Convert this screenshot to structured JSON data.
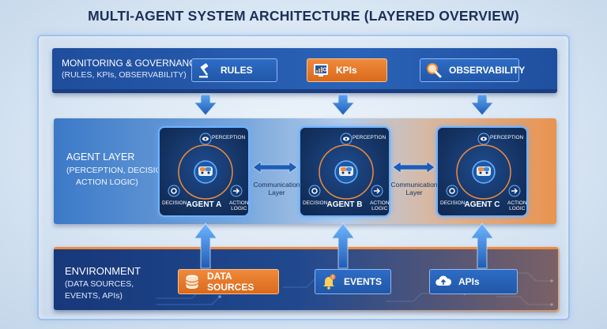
{
  "title": "MULTI-AGENT SYSTEM ARCHITECTURE (LAYERED OVERVIEW)",
  "monitoring": {
    "title": "MONITORING & GOVERNANCE",
    "subtitle": "(RULES, KPIs, OBSERVABILITY)",
    "chips": [
      {
        "label": "RULES",
        "icon": "gavel-icon",
        "color": "#2257a8"
      },
      {
        "label": "KPIs",
        "icon": "dashboard-icon",
        "color": "#d96a1d"
      },
      {
        "label": "OBSERVABILITY",
        "icon": "magnifier-icon",
        "color": "#2257a8"
      }
    ]
  },
  "agent_layer": {
    "title": "AGENT LAYER",
    "subtitle_line1": "(PERCEPTION, DECISION,",
    "subtitle_line2": "ACTION LOGIC)",
    "agents": [
      {
        "name": "AGENT A",
        "perception": "PERCEPTION",
        "decision": "DECISION",
        "action_line1": "ACTION",
        "action_line2": "LOGIC"
      },
      {
        "name": "AGENT B",
        "perception": "PERCEPTION",
        "decision": "DECISION",
        "action_line1": "ACTION",
        "action_line2": "LOGIC"
      },
      {
        "name": "AGENT C",
        "perception": "PERCEPTION",
        "decision": "DECISION",
        "action_line1": "ACTION",
        "action_line2": "LOGIC"
      }
    ],
    "communication": {
      "line1": "Communication",
      "line2": "Layer"
    }
  },
  "environment": {
    "title": "ENVIRONMENT",
    "subtitle_line1": "(DATA SOURCES,",
    "subtitle_line2": "EVENTS, APIs)",
    "chips": [
      {
        "label": "DATA SOURCES",
        "icon": "database-icon",
        "color": "#d96a1d"
      },
      {
        "label": "EVENTS",
        "icon": "bell-icon",
        "color": "#2257a8"
      },
      {
        "label": "APIs",
        "icon": "cloud-upload-icon",
        "color": "#2257a8"
      }
    ]
  },
  "colors": {
    "accent_blue": "#2a63b8",
    "accent_orange": "#f08a3b",
    "navy": "#1c2f57",
    "glow": "#6fb2ff"
  }
}
